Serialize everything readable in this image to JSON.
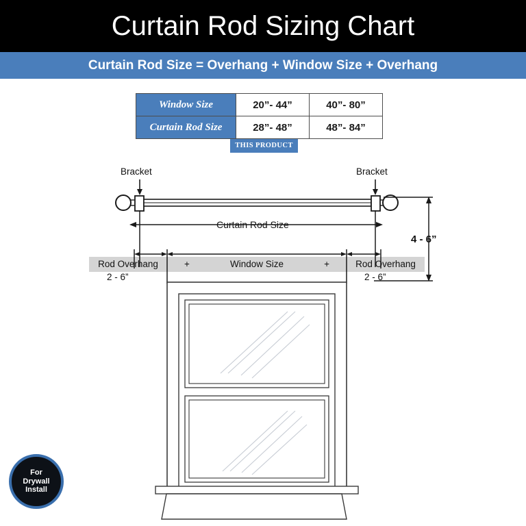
{
  "header": {
    "title": "Curtain Rod Sizing Chart",
    "formula": "Curtain Rod Size = Overhang + Window Size + Overhang",
    "title_bg": "#000000",
    "formula_bg": "#4a7ebb"
  },
  "size_table": {
    "rows": [
      {
        "label": "Window Size",
        "values": [
          "20”- 44”",
          "40”- 80”"
        ]
      },
      {
        "label": "Curtain Rod Size",
        "values": [
          "28”- 48”",
          "48”- 84”"
        ]
      }
    ],
    "this_product_badge": "THIS PRODUCT",
    "header_color": "#4a7ebb"
  },
  "diagram": {
    "bracket_left_label": "Bracket",
    "bracket_right_label": "Bracket",
    "curtain_rod_size_label": "Curtain Rod Size",
    "mount_height_label": "4 - 6”",
    "overhang_left_label": "Rod Overhang",
    "overhang_left_value": "2 - 6”",
    "overhang_right_label": "Rod Overhang",
    "overhang_right_value": "2 - 6”",
    "window_size_label": "Window Size",
    "plus_left": "+",
    "plus_right": "+",
    "gray_band_color": "#d4d4d4",
    "line_color": "#1a1a1a"
  },
  "badge": {
    "line1": "For",
    "line2": "Drywall",
    "line3": "Install",
    "ring_color": "#3a6fad",
    "fill_color": "#0d1117"
  }
}
